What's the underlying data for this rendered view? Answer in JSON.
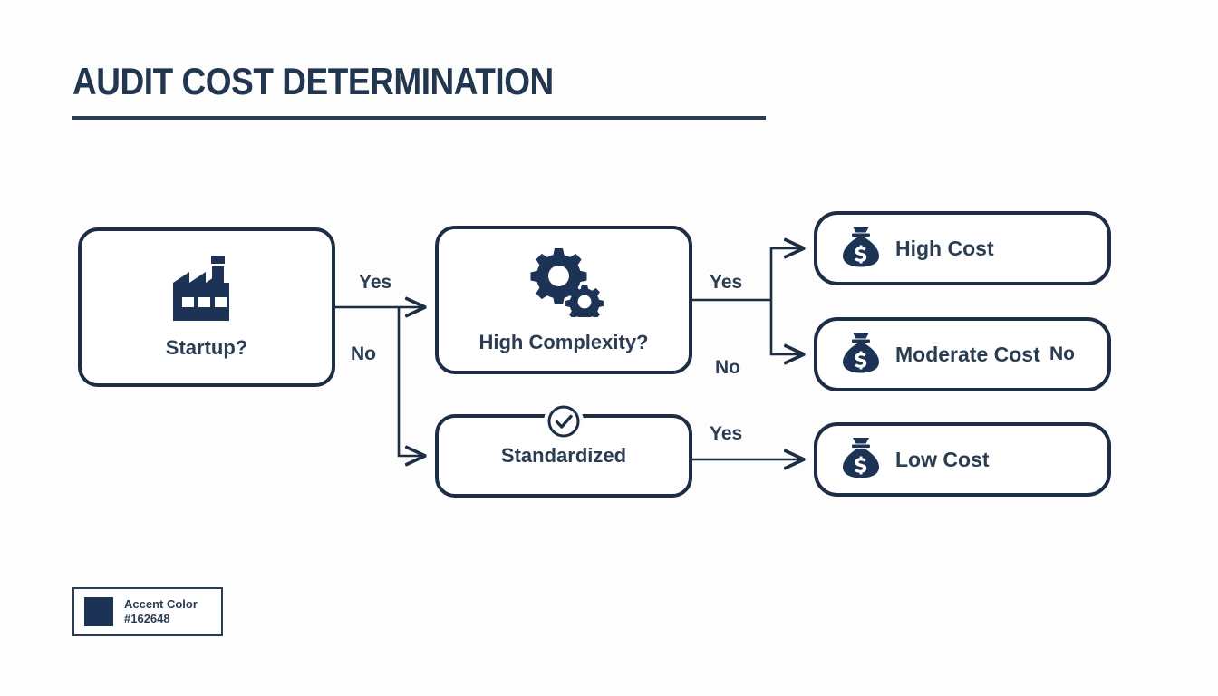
{
  "page": {
    "title": "AUDIT COST DETERMINATION",
    "background_color": "#fdfdfd",
    "accent_color": "#162648"
  },
  "diagram": {
    "nodes": [
      {
        "id": "startup",
        "label": "Startup?",
        "icon": "factory-icon"
      },
      {
        "id": "complexity",
        "label": "High Complexity?",
        "icon": "gears-icon"
      },
      {
        "id": "standardized",
        "label": "Standardized",
        "icon": "check-circle-icon"
      }
    ],
    "outcomes": [
      {
        "id": "high",
        "label": "High Cost",
        "icon": "money-bag-icon",
        "extra_label": ""
      },
      {
        "id": "moderate",
        "label": "Moderate Cost",
        "icon": "money-bag-icon",
        "extra_label": "No"
      },
      {
        "id": "low",
        "label": "Low Cost",
        "icon": "money-bag-icon",
        "extra_label": ""
      }
    ],
    "edge_labels": {
      "startup_yes": "Yes",
      "startup_no": "No",
      "complexity_yes": "Yes",
      "complexity_no": "No",
      "standardized_yes": "Yes"
    }
  },
  "legend": {
    "name": "Accent Color",
    "hex": "#162648"
  }
}
